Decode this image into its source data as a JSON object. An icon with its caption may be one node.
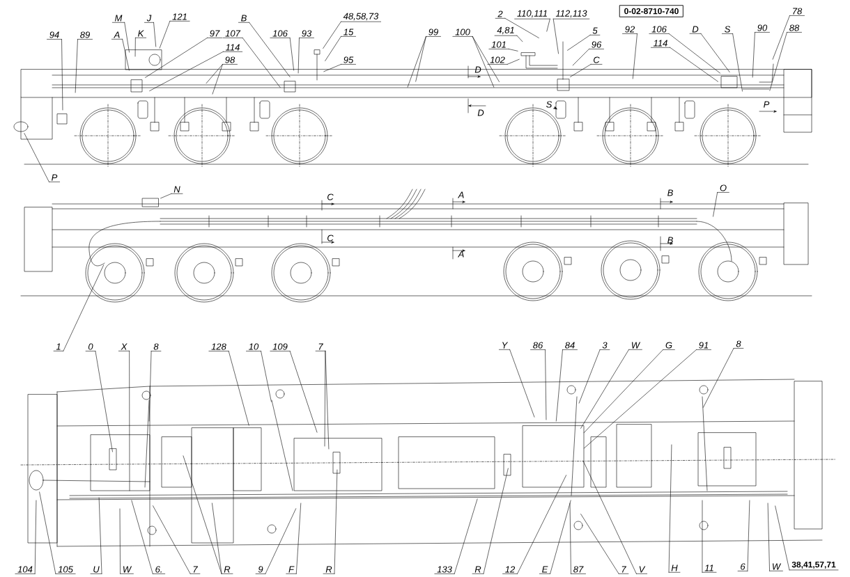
{
  "diagram": {
    "nodes": [
      {
        "text": [
          "94"
        ]
      },
      {
        "text": [
          "89"
        ]
      },
      {
        "text": [
          "A"
        ]
      },
      {
        "text": [
          "M"
        ]
      },
      {
        "text": [
          "J"
        ]
      },
      {
        "text": [
          "K"
        ]
      },
      {
        "text": [
          "121"
        ]
      },
      {
        "text": [
          "97"
        ]
      },
      {
        "text": [
          "107"
        ]
      },
      {
        "text": [
          "114"
        ]
      },
      {
        "text": [
          "98"
        ]
      },
      {
        "text": [
          "B"
        ]
      },
      {
        "text": [
          "106"
        ]
      },
      {
        "text": [
          "93"
        ]
      },
      {
        "text": [
          "48,58,73"
        ]
      },
      {
        "text": [
          "15"
        ]
      },
      {
        "text": [
          "95"
        ]
      },
      {
        "text": [
          "99"
        ]
      },
      {
        "text": [
          "100"
        ]
      },
      {
        "text": [
          "2"
        ]
      },
      {
        "text": [
          "4,81"
        ]
      },
      {
        "text": [
          "110,111"
        ]
      },
      {
        "text": [
          "101"
        ]
      },
      {
        "text": [
          "102"
        ]
      },
      {
        "text": [
          "112,113"
        ]
      },
      {
        "text": [
          "5"
        ]
      },
      {
        "text": [
          "96"
        ]
      },
      {
        "text": [
          "C"
        ]
      },
      {
        "text": [
          "0-02-8710-740"
        ]
      },
      {
        "text": [
          "92"
        ]
      },
      {
        "text": [
          "106"
        ]
      },
      {
        "text": [
          "114"
        ]
      },
      {
        "text": [
          "D"
        ]
      },
      {
        "text": [
          "S"
        ]
      },
      {
        "text": [
          "90"
        ]
      },
      {
        "text": [
          "78"
        ]
      },
      {
        "text": [
          "88"
        ]
      },
      {
        "text": [
          "S"
        ]
      },
      {
        "text": [
          "P"
        ]
      },
      {
        "text": [
          "N"
        ]
      },
      {
        "text": [
          "O"
        ]
      },
      {
        "text": [
          "1"
        ]
      },
      {
        "text": [
          "0"
        ]
      },
      {
        "text": [
          "X"
        ]
      },
      {
        "text": [
          "8"
        ]
      },
      {
        "text": [
          "128"
        ]
      },
      {
        "text": [
          "10"
        ]
      },
      {
        "text": [
          "109"
        ]
      },
      {
        "text": [
          "7"
        ]
      },
      {
        "text": [
          "Y"
        ]
      },
      {
        "text": [
          "86"
        ]
      },
      {
        "text": [
          "84"
        ]
      },
      {
        "text": [
          "3"
        ]
      },
      {
        "text": [
          "W"
        ]
      },
      {
        "text": [
          "G"
        ]
      },
      {
        "text": [
          "91"
        ]
      },
      {
        "text": [
          "8"
        ]
      },
      {
        "text": [
          "104"
        ]
      },
      {
        "text": [
          "105"
        ]
      },
      {
        "text": [
          "U"
        ]
      },
      {
        "text": [
          "W"
        ]
      },
      {
        "text": [
          "6."
        ]
      },
      {
        "text": [
          "7"
        ]
      },
      {
        "text": [
          "R"
        ]
      },
      {
        "text": [
          "9"
        ]
      },
      {
        "text": [
          "F"
        ]
      },
      {
        "text": [
          "R"
        ]
      },
      {
        "text": [
          "133"
        ]
      },
      {
        "text": [
          "R"
        ]
      },
      {
        "text": [
          "12"
        ]
      },
      {
        "text": [
          "E"
        ]
      },
      {
        "text": [
          "87"
        ]
      },
      {
        "text": [
          "7"
        ]
      },
      {
        "text": [
          "V"
        ]
      },
      {
        "text": [
          "H"
        ]
      },
      {
        "text": [
          "11"
        ]
      },
      {
        "text": [
          "6"
        ]
      },
      {
        "text": [
          "W"
        ]
      },
      {
        "text": [
          "38,41,57,71"
        ]
      },
      {
        "text": [],
        "shape": "cylinder"
      },
      {
        "text": [],
        "shape": "box"
      }
    ],
    "edges": [
      {
        "from": 0,
        "to": null,
        "arrow": "none"
      },
      {
        "from": 1,
        "to": null,
        "arrow": "none"
      },
      {
        "from": 2,
        "to": null,
        "arrow": "none"
      },
      {
        "from": 3,
        "to": null,
        "arrow": "none"
      },
      {
        "from": 4,
        "to": null,
        "arrow": "none"
      },
      {
        "from": 5,
        "to": null,
        "arrow": "none"
      },
      {
        "from": 6,
        "to": null,
        "arrow": "none"
      },
      {
        "from": 7,
        "to": null,
        "arrow": "none"
      },
      {
        "from": 8,
        "to": null,
        "arrow": "none"
      },
      {
        "from": 9,
        "to": null,
        "arrow": "none"
      },
      {
        "from": 10,
        "to": null,
        "arrow": "none"
      },
      {
        "from": 10,
        "to": null,
        "arrow": "none"
      },
      {
        "from": 11,
        "to": null,
        "arrow": "none"
      },
      {
        "from": 12,
        "to": null,
        "arrow": "none"
      },
      {
        "from": 13,
        "to": null,
        "arrow": "none"
      },
      {
        "from": 14,
        "to": null,
        "arrow": "none"
      },
      {
        "from": 15,
        "to": null,
        "arrow": "none"
      },
      {
        "from": 16,
        "to": null,
        "arrow": "none"
      },
      {
        "from": 17,
        "to": null,
        "arrow": "none"
      },
      {
        "from": 17,
        "to": null,
        "arrow": "none"
      },
      {
        "from": 18,
        "to": null,
        "arrow": "none"
      },
      {
        "from": 18,
        "to": null,
        "arrow": "none"
      },
      {
        "from": 19,
        "to": null,
        "arrow": "none"
      },
      {
        "from": 20,
        "to": null,
        "arrow": "none"
      },
      {
        "from": 21,
        "to": null,
        "arrow": "none"
      },
      {
        "from": 22,
        "to": null,
        "arrow": "none"
      },
      {
        "from": 23,
        "to": null,
        "arrow": "none"
      },
      {
        "from": 24,
        "to": null,
        "arrow": "none"
      },
      {
        "from": 25,
        "to": null,
        "arrow": "none"
      },
      {
        "from": 26,
        "to": null,
        "arrow": "none"
      },
      {
        "from": 27,
        "to": null,
        "arrow": "none"
      },
      {
        "from": 29,
        "to": null,
        "arrow": "none"
      },
      {
        "from": 30,
        "to": null,
        "arrow": "none"
      },
      {
        "from": 31,
        "to": null,
        "arrow": "none"
      },
      {
        "from": 32,
        "to": null,
        "arrow": "none"
      },
      {
        "from": 33,
        "to": null,
        "arrow": "none"
      },
      {
        "from": 34,
        "to": null,
        "arrow": "none"
      },
      {
        "from": 35,
        "to": null,
        "arrow": "none"
      },
      {
        "from": 36,
        "to": null,
        "arrow": "none"
      },
      {
        "from": 37,
        "to": null,
        "arrow": "to"
      },
      {
        "from": 38,
        "to": 79,
        "arrow": "none"
      },
      {
        "from": 39,
        "to": 80,
        "arrow": "none"
      },
      {
        "from": 40,
        "to": null,
        "arrow": "none"
      },
      {
        "from": 41,
        "to": null,
        "arrow": "none"
      },
      {
        "from": 42,
        "to": null,
        "arrow": "none"
      },
      {
        "from": 43,
        "to": null,
        "arrow": "none"
      },
      {
        "from": 44,
        "to": null,
        "arrow": "none"
      },
      {
        "from": 45,
        "to": null,
        "arrow": "none"
      },
      {
        "from": 46,
        "to": null,
        "arrow": "none"
      },
      {
        "from": 47,
        "to": null,
        "arrow": "none"
      },
      {
        "from": 48,
        "to": null,
        "arrow": "none"
      },
      {
        "from": 48,
        "to": null,
        "arrow": "none"
      },
      {
        "from": 49,
        "to": null,
        "arrow": "none"
      },
      {
        "from": 50,
        "to": null,
        "arrow": "none"
      },
      {
        "from": 51,
        "to": null,
        "arrow": "none"
      },
      {
        "from": 52,
        "to": null,
        "arrow": "none"
      },
      {
        "from": 53,
        "to": null,
        "arrow": "none"
      },
      {
        "from": 54,
        "to": null,
        "arrow": "none"
      },
      {
        "from": 55,
        "to": null,
        "arrow": "none"
      },
      {
        "from": 56,
        "to": null,
        "arrow": "none"
      },
      {
        "from": 57,
        "to": null,
        "arrow": "none"
      },
      {
        "from": 58,
        "to": null,
        "arrow": "none"
      },
      {
        "from": 59,
        "to": null,
        "arrow": "none"
      },
      {
        "from": 60,
        "to": null,
        "arrow": "none"
      },
      {
        "from": 61,
        "to": null,
        "arrow": "none"
      },
      {
        "from": 62,
        "to": null,
        "arrow": "none"
      },
      {
        "from": 63,
        "to": null,
        "arrow": "none"
      },
      {
        "from": 63,
        "to": null,
        "arrow": "none"
      },
      {
        "from": 64,
        "to": null,
        "arrow": "none"
      },
      {
        "from": 65,
        "to": null,
        "arrow": "none"
      },
      {
        "from": 66,
        "to": null,
        "arrow": "none"
      },
      {
        "from": 67,
        "to": null,
        "arrow": "none"
      },
      {
        "from": 68,
        "to": null,
        "arrow": "none"
      },
      {
        "from": 69,
        "to": null,
        "arrow": "none"
      },
      {
        "from": 70,
        "to": null,
        "arrow": "none"
      },
      {
        "from": 71,
        "to": null,
        "arrow": "none"
      },
      {
        "from": 72,
        "to": null,
        "arrow": "none"
      },
      {
        "from": 73,
        "to": null,
        "arrow": "none"
      },
      {
        "from": 74,
        "to": null,
        "arrow": "none"
      },
      {
        "from": 75,
        "to": null,
        "arrow": "none"
      },
      {
        "from": 76,
        "to": null,
        "arrow": "none"
      },
      {
        "from": 77,
        "to": null,
        "arrow": "none"
      },
      {
        "from": 78,
        "to": null,
        "arrow": "none"
      }
    ],
    "labels": [
      "D",
      "D",
      "P",
      "C",
      "C",
      "A",
      "A",
      "B",
      "B"
    ]
  }
}
